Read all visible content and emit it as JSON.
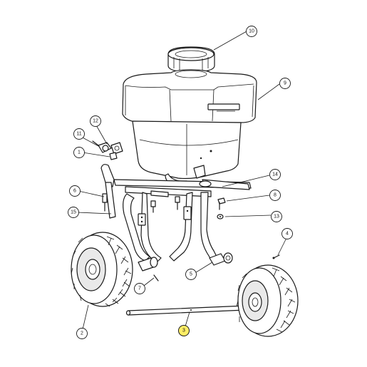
{
  "callouts": {
    "c1": "1",
    "c2": "2",
    "c3": "3",
    "c4": "4",
    "c5": "5",
    "c6": "6",
    "c7": "7",
    "c8": "8",
    "c9": "9",
    "c10": "10",
    "c11": "11",
    "c12": "12",
    "c13": "13",
    "c14": "14",
    "c15": "15"
  },
  "highlighted_callout": "3",
  "colors": {
    "line": "#1a1a1a",
    "highlight": "#ffee66",
    "background": "#ffffff"
  }
}
